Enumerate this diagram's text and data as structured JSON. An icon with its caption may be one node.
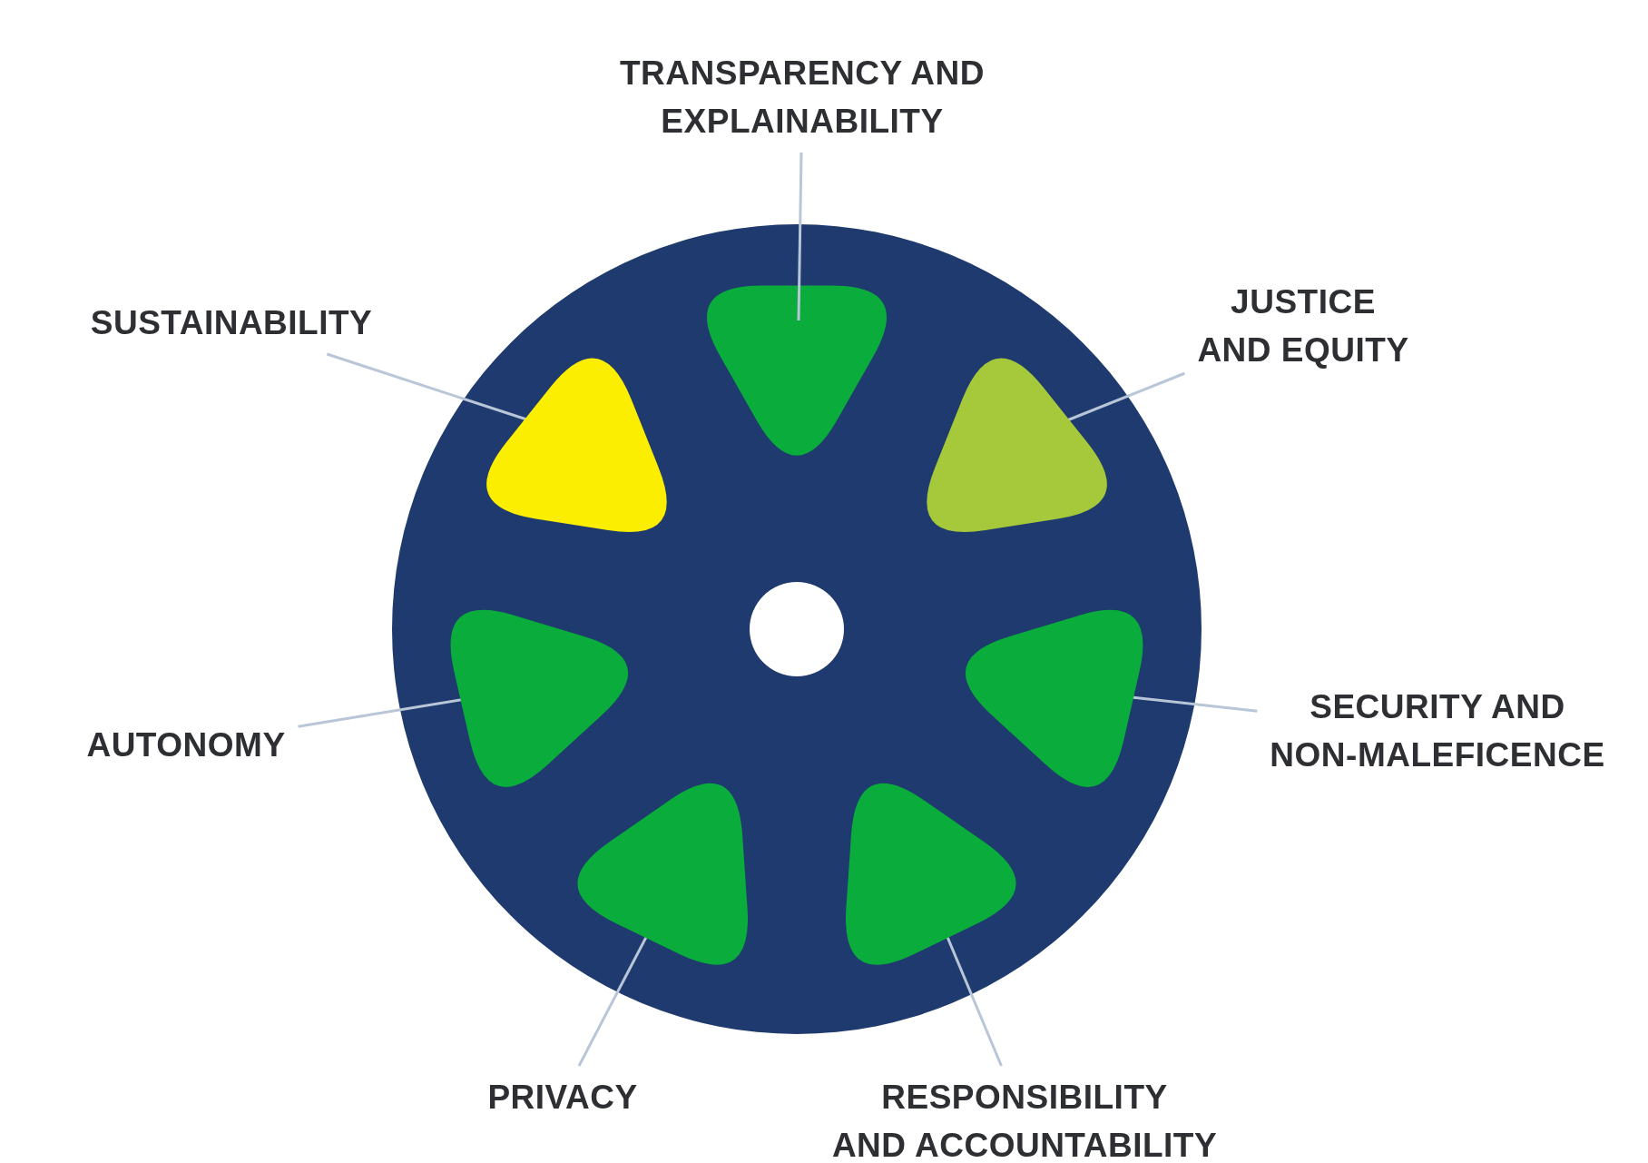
{
  "diagram": {
    "nodes": [
      {
        "text": [
          "TRANSPARENCY AND EXPLAINABILITY"
        ]
      },
      {
        "text": [
          "SUSTAINABILITY"
        ]
      },
      {
        "text": [
          "JUSTICE AND EQUITY"
        ]
      },
      {
        "text": [
          "AUTONOMY"
        ]
      },
      {
        "text": [
          "SECURITY AND NON-MALEFICENCE"
        ]
      },
      {
        "text": [
          "PRIVACY"
        ]
      },
      {
        "text": [
          "RESPONSIBILITY AND ACCOUNTABILITY"
        ]
      },
      {
        "text": [],
        "shape": "triangle"
      },
      {
        "text": [],
        "shape": "triangle"
      },
      {
        "text": [],
        "shape": "triangle"
      },
      {
        "text": [],
        "shape": "triangle"
      },
      {
        "text": [],
        "shape": "triangle"
      },
      {
        "text": [],
        "shape": "triangle"
      },
      {
        "text": [],
        "shape": "triangle"
      }
    ],
    "edges": [
      {
        "from": 0,
        "to": 7,
        "arrow": "none"
      },
      {
        "from": 1,
        "to": 8,
        "arrow": "none"
      },
      {
        "from": 2,
        "to": 9,
        "arrow": "none"
      },
      {
        "from": 3,
        "to": 10,
        "arrow": "none"
      },
      {
        "from": 4,
        "to": 11,
        "arrow": "none"
      },
      {
        "from": 5,
        "to": 12,
        "arrow": "none"
      },
      {
        "from": 6,
        "to": 13,
        "arrow": "none"
      }
    ]
  }
}
